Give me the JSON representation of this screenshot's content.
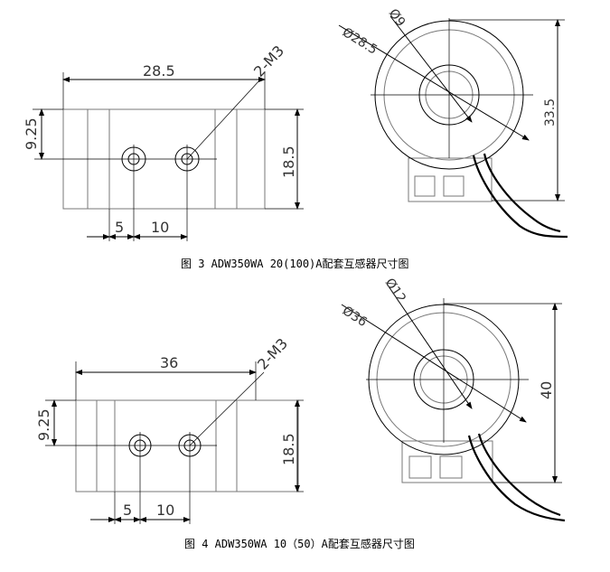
{
  "figure3": {
    "width_label": "28.5",
    "hole_label": "2-M3",
    "height_upper_label": "9.25",
    "height_label": "18.5",
    "offset_label": "5",
    "pitch_label": "10",
    "outer_dia_label": "Ø28.5",
    "inner_dia_label": "Ø9",
    "total_height_label": "33.5",
    "caption": "图 3 ADW350WA 20(100)A配套互感器尺寸图"
  },
  "figure4": {
    "width_label": "36",
    "hole_label": "2-M3",
    "height_upper_label": "9.25",
    "height_label": "18.5",
    "offset_label": "5",
    "pitch_label": "10",
    "outer_dia_label": "Ø36",
    "inner_dia_label": "Ø12",
    "total_height_label": "40",
    "caption": "图 4 ADW350WA 10（50）A配套互感器尺寸图"
  }
}
